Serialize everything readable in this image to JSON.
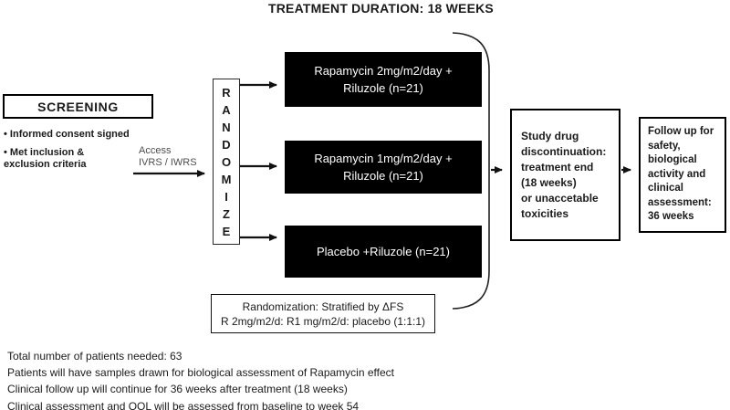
{
  "title": "TREATMENT DURATION: 18 WEEKS",
  "screening": {
    "title": "SCREENING",
    "bullet_char": "• ",
    "bullets": [
      {
        "text": "Informed consent signed"
      },
      {
        "text": "Met inclusion &\nexclusion criteria"
      }
    ]
  },
  "access_label": {
    "text": "Access\nIVRS / IWRS"
  },
  "randomize": {
    "letters": [
      "R",
      "A",
      "N",
      "D",
      "O",
      "M",
      "I",
      "Z",
      "E"
    ]
  },
  "arms": [
    {
      "label": "Rapamycin 2mg/m2/day +\nRiluzole (n=21)"
    },
    {
      "label": "Rapamycin 1mg/m2/day +\nRiluzole (n=21)"
    },
    {
      "label": "Placebo +Riluzole (n=21)"
    }
  ],
  "discontinuation_box": {
    "text": "Study drug\ndiscontinuation:\ntreatment end\n(18 weeks)\nor unaccetable\ntoxicities"
  },
  "followup_box": {
    "text": "Follow up for\nsafety,\nbiological\nactivity and\nclinical\nassessment:\n36 weeks"
  },
  "randomization_note": {
    "text": "Randomization: Stratified by ΔFS\nR 2mg/m2/d: R1 mg/m2/d: placebo (1:1:1)"
  },
  "footnotes": [
    "Total number of patients needed: 63",
    "Patients will have samples drawn for biological assessment of Rapamycin effect",
    "Clinical follow up will continue for 36 weeks after treatment (18 weeks)",
    "Clinical assessment and QOL will be assessed from baseline to week 54"
  ],
  "colors": {
    "arm_bg": "#000000",
    "arm_text": "#ffffff",
    "line": "#111111"
  }
}
